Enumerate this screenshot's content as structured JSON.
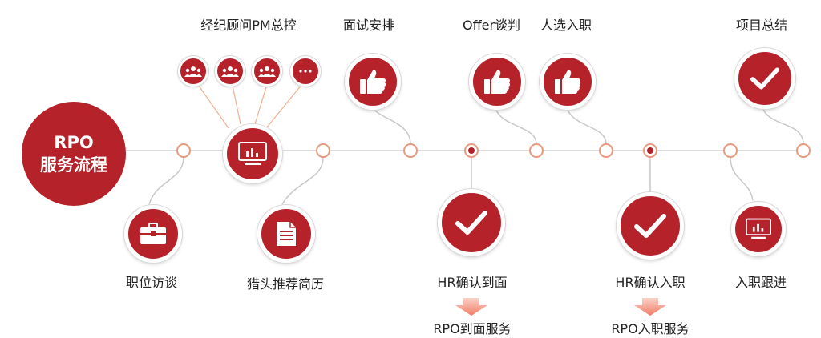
{
  "hub": {
    "line1": "RPO",
    "line2": "服务流程"
  },
  "labels": {
    "job_interview": "职位访谈",
    "agent_pm": "经纪顾问PM总控",
    "headhunt_resume": "猎头推荐简历",
    "interview_arrange": "面试安排",
    "hr_confirm_interview": "HR确认到面",
    "rpo_interview_service": "RPO到面服务",
    "offer_negotiation": "Offer谈判",
    "candidate_onboard": "人选入职",
    "hr_confirm_onboard": "HR确认入职",
    "rpo_onboard_service": "RPO入职服务",
    "onboard_followup": "入职跟进",
    "project_summary": "项目总结"
  },
  "colors": {
    "primary": "#b5222a",
    "line": "#cccccc",
    "dot_border": "#e89a7c",
    "arrow": "#f08a78"
  },
  "icons": {
    "briefcase": "briefcase-icon",
    "monitor_chart": "monitor-chart-icon",
    "document": "document-icon",
    "thumbs_up": "thumbs-up-icon",
    "checkmark": "checkmark-icon",
    "team": "team-icon",
    "more": "more-icon"
  }
}
